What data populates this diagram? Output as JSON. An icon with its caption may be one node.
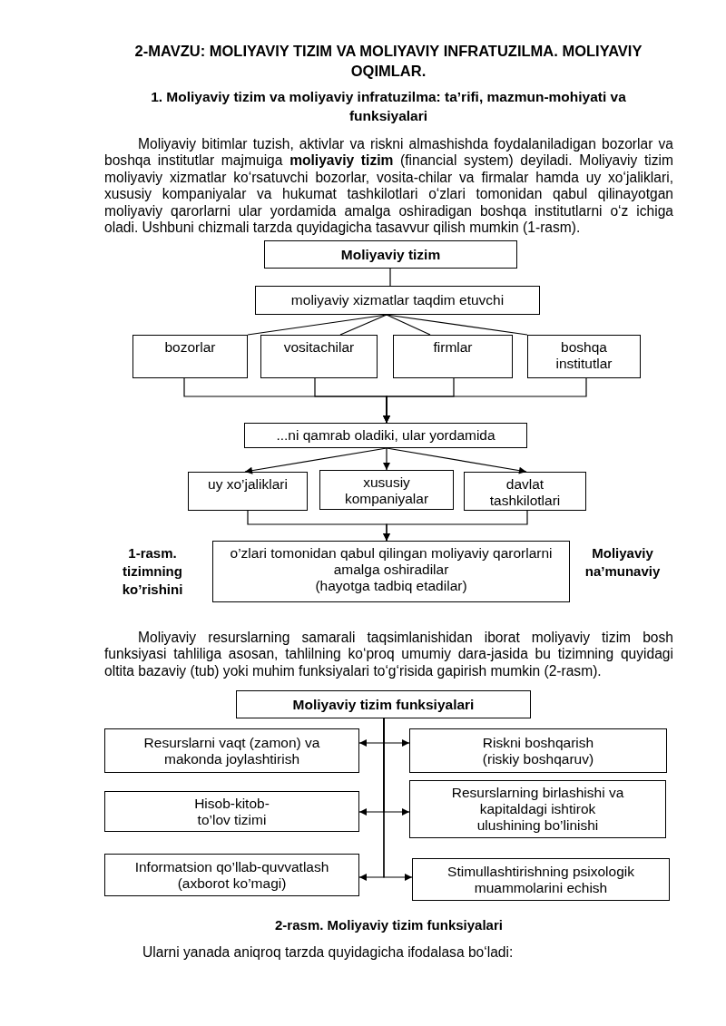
{
  "diagram": {
    "title": "2-MAVZU: MOLIYAVIY TIZIM VA MOLIYAVIY INFRATUZILMA. MOLIYAVIY OQIMLAR.",
    "nodes": [
      {
        "text": [
          "Moliyaviy tizim"
        ]
      },
      {
        "text": [
          "moliyaviy xizmatlar taqdim etuvchi"
        ]
      },
      {
        "text": [
          "bozorlar"
        ]
      },
      {
        "text": [
          "vositachilar"
        ]
      },
      {
        "text": [
          "firmlar"
        ]
      },
      {
        "text": [
          "boshqa institutlar"
        ]
      },
      {
        "text": [
          "...ni qamrab oladiki, ular yordamida"
        ]
      },
      {
        "text": [
          "uy xo’jaliklari"
        ]
      },
      {
        "text": [
          "xususiy kompaniyalar"
        ]
      },
      {
        "text": [
          "davlat tashkilotlari"
        ]
      },
      {
        "text": [
          "o’zlari tomonidan qabul qilingan moliyaviy qarorlarni amalga oshiradilar",
          "(hayotga tadbiq etadilar)"
        ]
      },
      {
        "text": [
          "Moliyaviy tizim funksiyalari"
        ]
      },
      {
        "text": [
          "Resurslarni vaqt (zamon) va makonda joylashtirish"
        ]
      },
      {
        "text": [
          "Riskni boshqarish (riskiy boshqaruv)"
        ]
      },
      {
        "text": [
          "Hisob-kitob- to’lov tizimi"
        ]
      },
      {
        "text": [
          "Resurslarning birlashishi va kapitaldagi ishtirok ulushining bo’linishi"
        ]
      },
      {
        "text": [
          "Informatsion qo’llab-quvvatlash (axborot ko’magi)"
        ]
      },
      {
        "text": [
          "Stimullashtirishning psixologik muammolarini echish"
        ]
      }
    ],
    "edges": [
      {
        "from": 0,
        "to": 1,
        "arrow": "none"
      },
      {
        "from": 1,
        "to": 2,
        "arrow": "none"
      },
      {
        "from": 1,
        "to": 3,
        "arrow": "none"
      },
      {
        "from": 1,
        "to": 4,
        "arrow": "none"
      },
      {
        "from": 1,
        "to": 5,
        "arrow": "none"
      },
      {
        "from": 2,
        "to": 6,
        "arrow": "to"
      },
      {
        "from": 3,
        "to": 6,
        "arrow": "to"
      },
      {
        "from": 4,
        "to": 6,
        "arrow": "to"
      },
      {
        "from": 5,
        "to": 6,
        "arrow": "to"
      },
      {
        "from": 6,
        "to": 7,
        "arrow": "to"
      },
      {
        "from": 6,
        "to": 8,
        "arrow": "to"
      },
      {
        "from": 6,
        "to": 9,
        "arrow": "to"
      },
      {
        "from": 7,
        "to": 10,
        "arrow": "to"
      },
      {
        "from": 9,
        "to": 10,
        "arrow": "to"
      },
      {
        "from": 11,
        "to": 12,
        "arrow": "to"
      },
      {
        "from": 11,
        "to": 13,
        "arrow": "to"
      },
      {
        "from": 11,
        "to": 14,
        "arrow": "to"
      },
      {
        "from": 11,
        "to": 15,
        "arrow": "to"
      },
      {
        "from": 11,
        "to": 16,
        "arrow": "to"
      },
      {
        "from": 11,
        "to": 17,
        "arrow": "to"
      }
    ],
    "labels": [
      "1. Moliyaviy tizim va moliyaviy infratuzilma: ta’rifi, mazmun-mohiyati va funksiyalari",
      "Moliyaviy bitimlar tuzish, aktivlar va riskni almashishda foydalaniladigan bozorlar va boshqa institutlar majmuiga **moliyaviy tizim** (financial system) deyiladi. Moliyaviy tizim moliyaviy xizmatlar ko‘rsatuvchi bozorlar, vosita-chilar va firmalar hamda uy xo‘jaliklari, xususiy kompaniyalar va hukumat tashkilotlari o‘zlari tomonidan qabul qilinayotgan moliyaviy qarorlarni ular yordamida amalga oshiradigan boshqa institutlarni o‘z ichiga oladi. Ushbuni chizmali tarzda quyidagicha tasavvur qilish mumkin (1-rasm).",
      "1-rasm. tizimning ko’rishini",
      "Moliyaviy na’munaviy",
      "Moliyaviy resurslarning samarali taqsimlanishidan iborat moliyaviy tizim bosh funksiyasi tahliliga asosan, tahlilning ko‘proq umumiy dara-jasida bu tizimning quyidagi oltita bazaviy (tub) yoki muhim funksiyalari to‘g‘risida gapirish mumkin (2-rasm).",
      "2-rasm. Moliyaviy tizim funksiyalari",
      "Ularni yanada aniqroq tarzda quyidagicha ifodalasa bo‘ladi:"
    ]
  }
}
